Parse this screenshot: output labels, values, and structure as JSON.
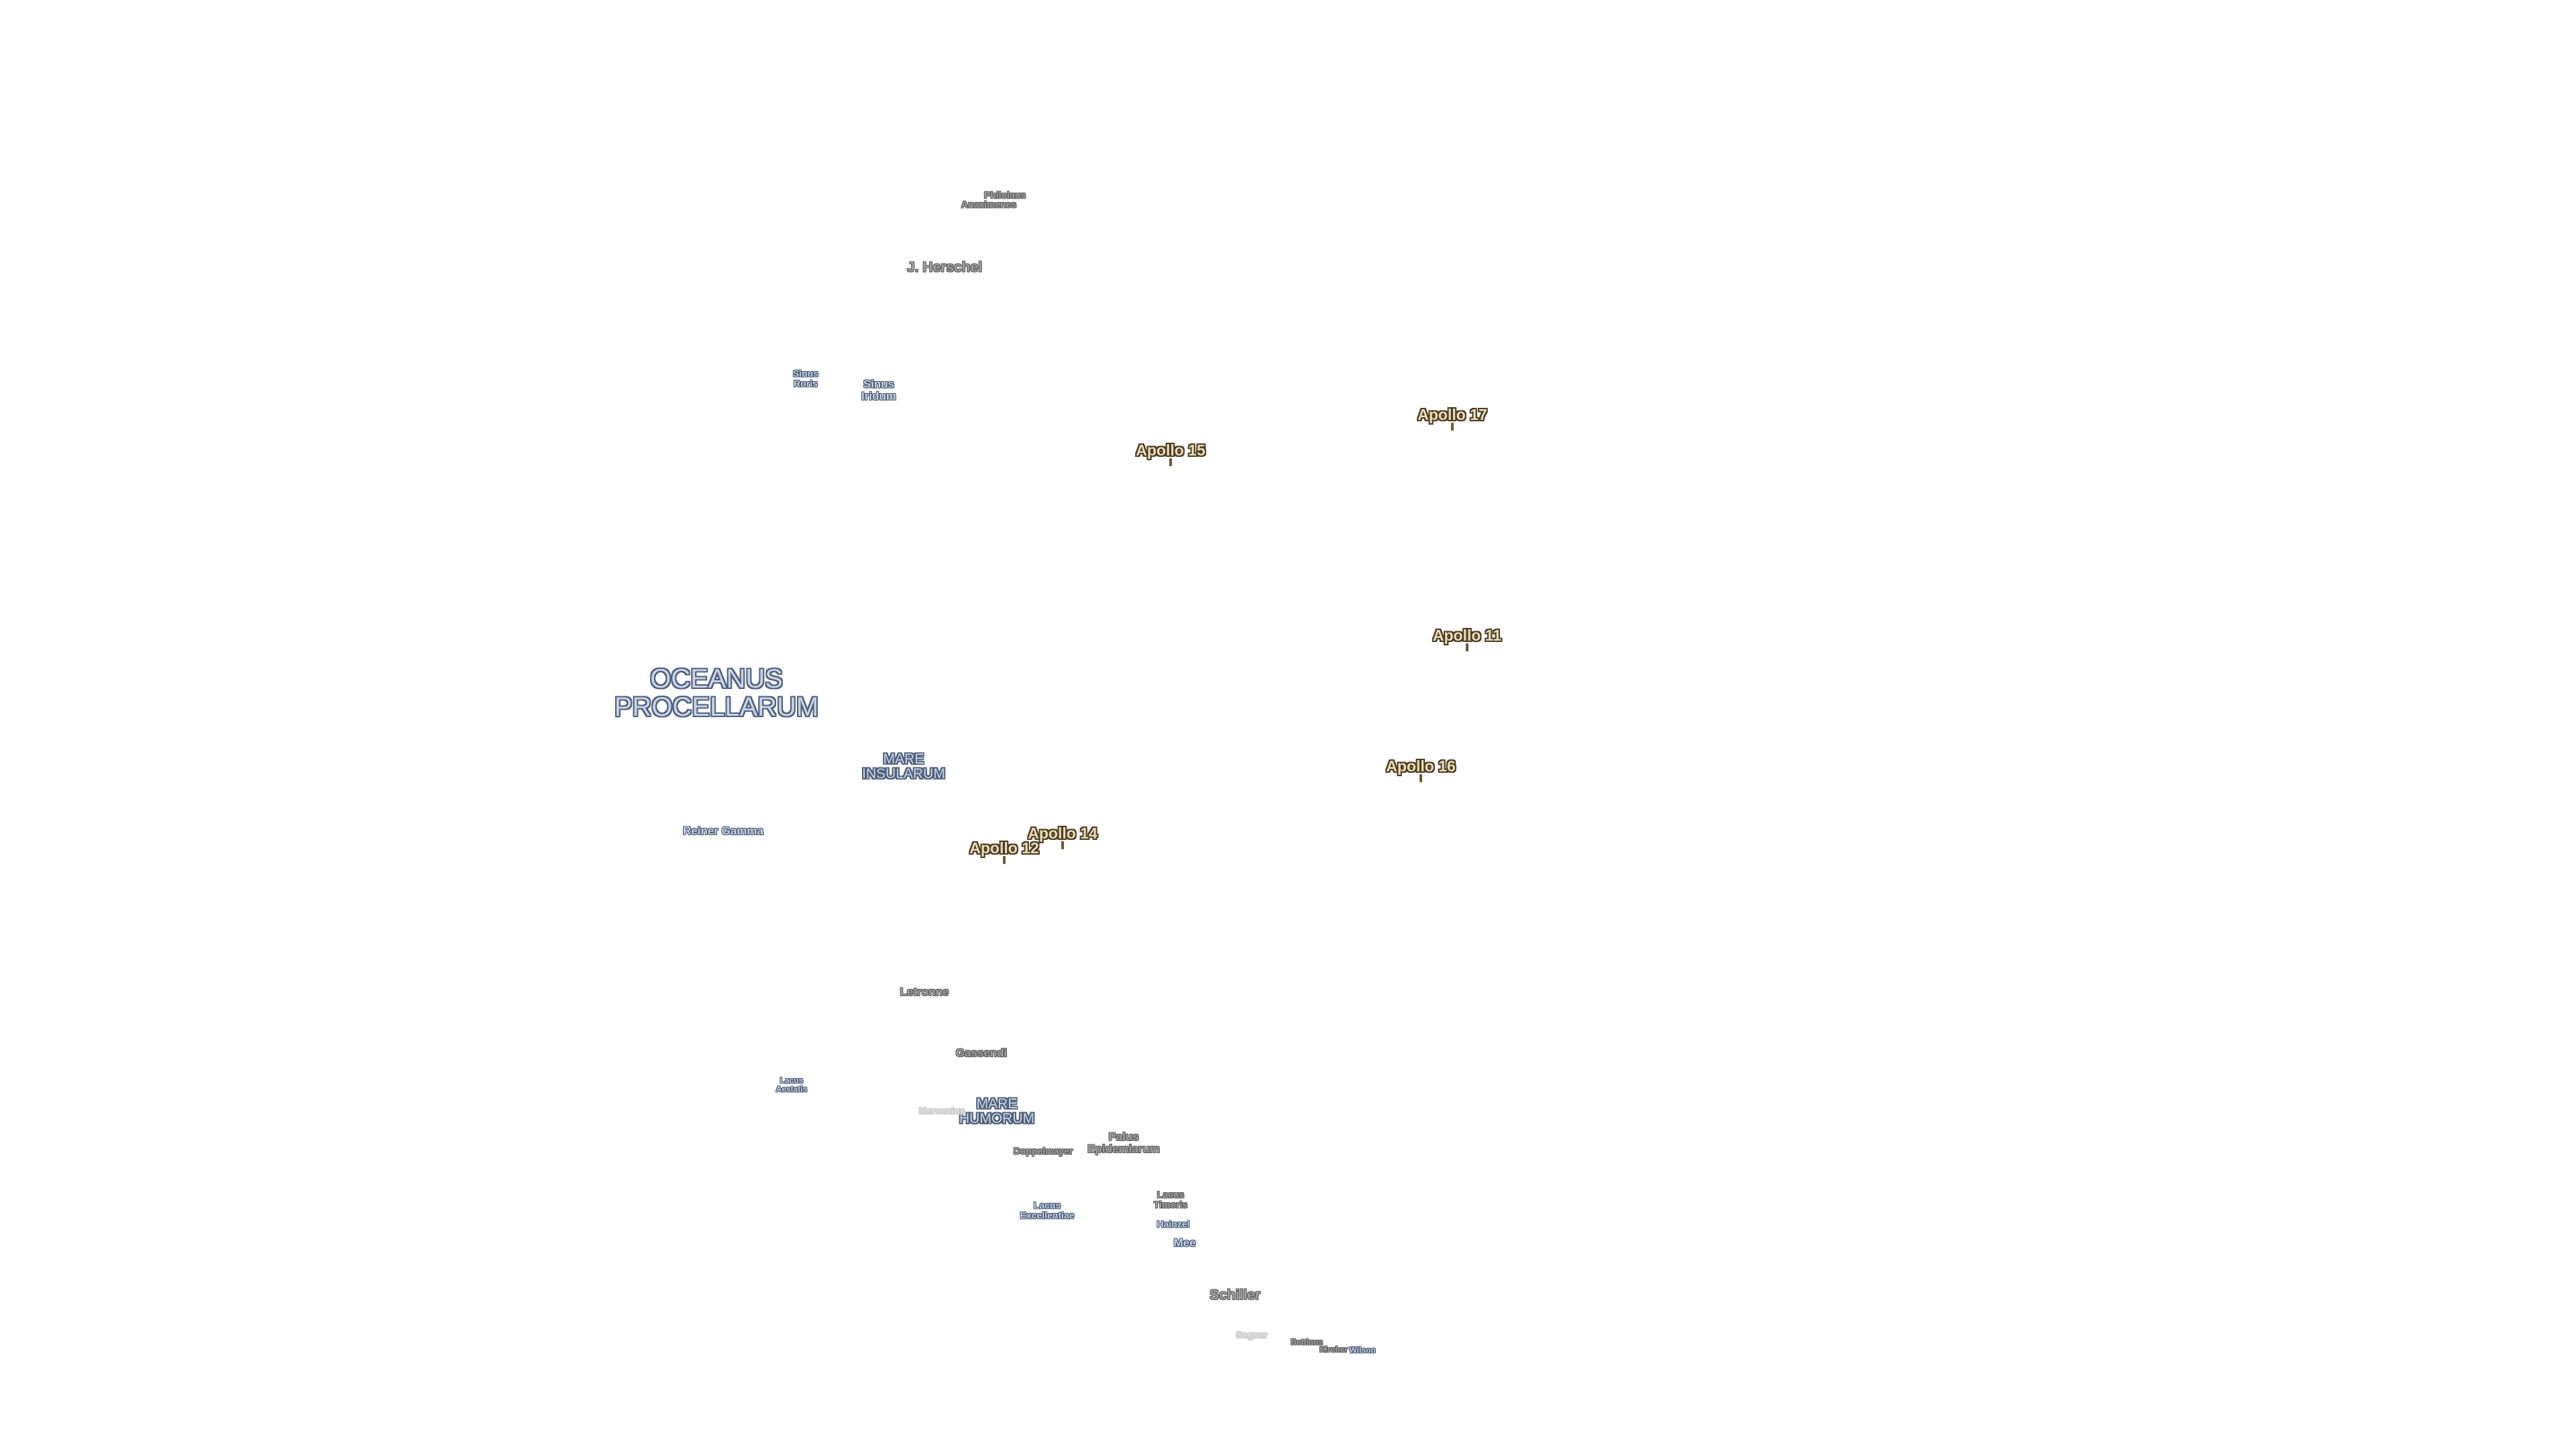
{
  "apollo_sites": [
    {
      "id": "apollo-17",
      "label": "Apollo 17"
    },
    {
      "id": "apollo-15",
      "label": "Apollo 15"
    },
    {
      "id": "apollo-11",
      "label": "Apollo 11"
    },
    {
      "id": "apollo-16",
      "label": "Apollo 16"
    },
    {
      "id": "apollo-14",
      "label": "Apollo 14"
    },
    {
      "id": "apollo-12",
      "label": "Apollo 12"
    }
  ],
  "maria": [
    {
      "id": "oceanus-procellarum",
      "label": "OCEANUS\nPROCELLARUM"
    },
    {
      "id": "mare-insularum",
      "label": "MARE\nINSULARUM"
    },
    {
      "id": "mare-humorum",
      "label": "MARE\nHUMORUM"
    }
  ],
  "minor_features": [
    {
      "id": "sinus-roris",
      "label": "Sinus\nRoris"
    },
    {
      "id": "sinus-iridum",
      "label": "Sinus\nIridum"
    },
    {
      "id": "lacus-aestatis",
      "label": "Lacus\nAestatis"
    },
    {
      "id": "palus-epidemiarum",
      "label": "Palus\nEpidemiarum"
    },
    {
      "id": "lacus-excellentiae",
      "label": "Lacus\nExcellentiae"
    },
    {
      "id": "lacus-timoris",
      "label": "Lacus\nTimoris"
    },
    {
      "id": "reiner-gamma",
      "label": "Reiner Gamma"
    }
  ],
  "craters": [
    {
      "id": "philolaus",
      "label": "Philolaus"
    },
    {
      "id": "anaximenes",
      "label": "Anaximenes"
    },
    {
      "id": "j-herschel",
      "label": "J. Herschel"
    },
    {
      "id": "letronne",
      "label": "Letronne"
    },
    {
      "id": "gassendi",
      "label": "Gassendi"
    },
    {
      "id": "mersenius",
      "label": "Mersenius"
    },
    {
      "id": "doppelmayer",
      "label": "Doppelmayer"
    },
    {
      "id": "hainzel",
      "label": "Hainzel"
    },
    {
      "id": "mee",
      "label": "Mee"
    },
    {
      "id": "schiller",
      "label": "Schiller"
    },
    {
      "id": "segner",
      "label": "Segner"
    },
    {
      "id": "bettinus",
      "label": "Bettinus"
    },
    {
      "id": "kircher",
      "label": "Kircher"
    },
    {
      "id": "wilson",
      "label": "Wilson"
    }
  ]
}
